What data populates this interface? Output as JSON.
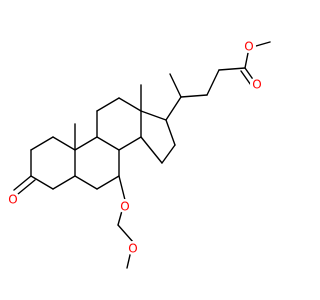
{
  "molecule": {
    "atoms": {
      "ketone_oxygen": "O",
      "ether_oxygen": "O",
      "methoxy_oxygen": "O",
      "ester_carbonyl_oxygen": "O",
      "ester_oxygen": "O"
    }
  },
  "colors": {
    "bond": "#000000",
    "oxygen": "#ff0000",
    "background": "#ffffff"
  }
}
